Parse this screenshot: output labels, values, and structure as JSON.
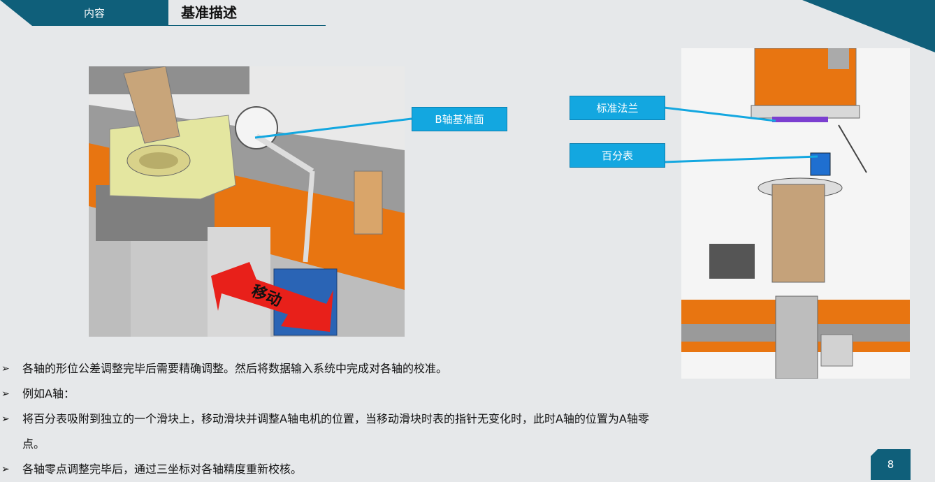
{
  "header": {
    "tab_label": "内容",
    "title": "基准描述"
  },
  "callouts": {
    "b_axis": "B轴基准面",
    "flange": "标准法兰",
    "dial": "百分表"
  },
  "image_left": {
    "arrow_label": "移动"
  },
  "bullets": [
    "各轴的形位公差调整完毕后需要精确调整。然后将数据输入系统中完成对各轴的校准。",
    "例如A轴：",
    "将百分表吸附到独立的一个滑块上，移动滑块并调整A轴电机的位置，当移动滑块时表的指针无变化时，此时A轴的位置为A轴零点。",
    "各轴零点调整完毕后，通过三坐标对各轴精度重新校核。"
  ],
  "bullet_mark": "➢",
  "page_number": "8",
  "colors": {
    "brand": "#0f5f7a",
    "callout": "#13a7e0",
    "orange": "#e87511",
    "arrow_red": "#e8201a"
  }
}
